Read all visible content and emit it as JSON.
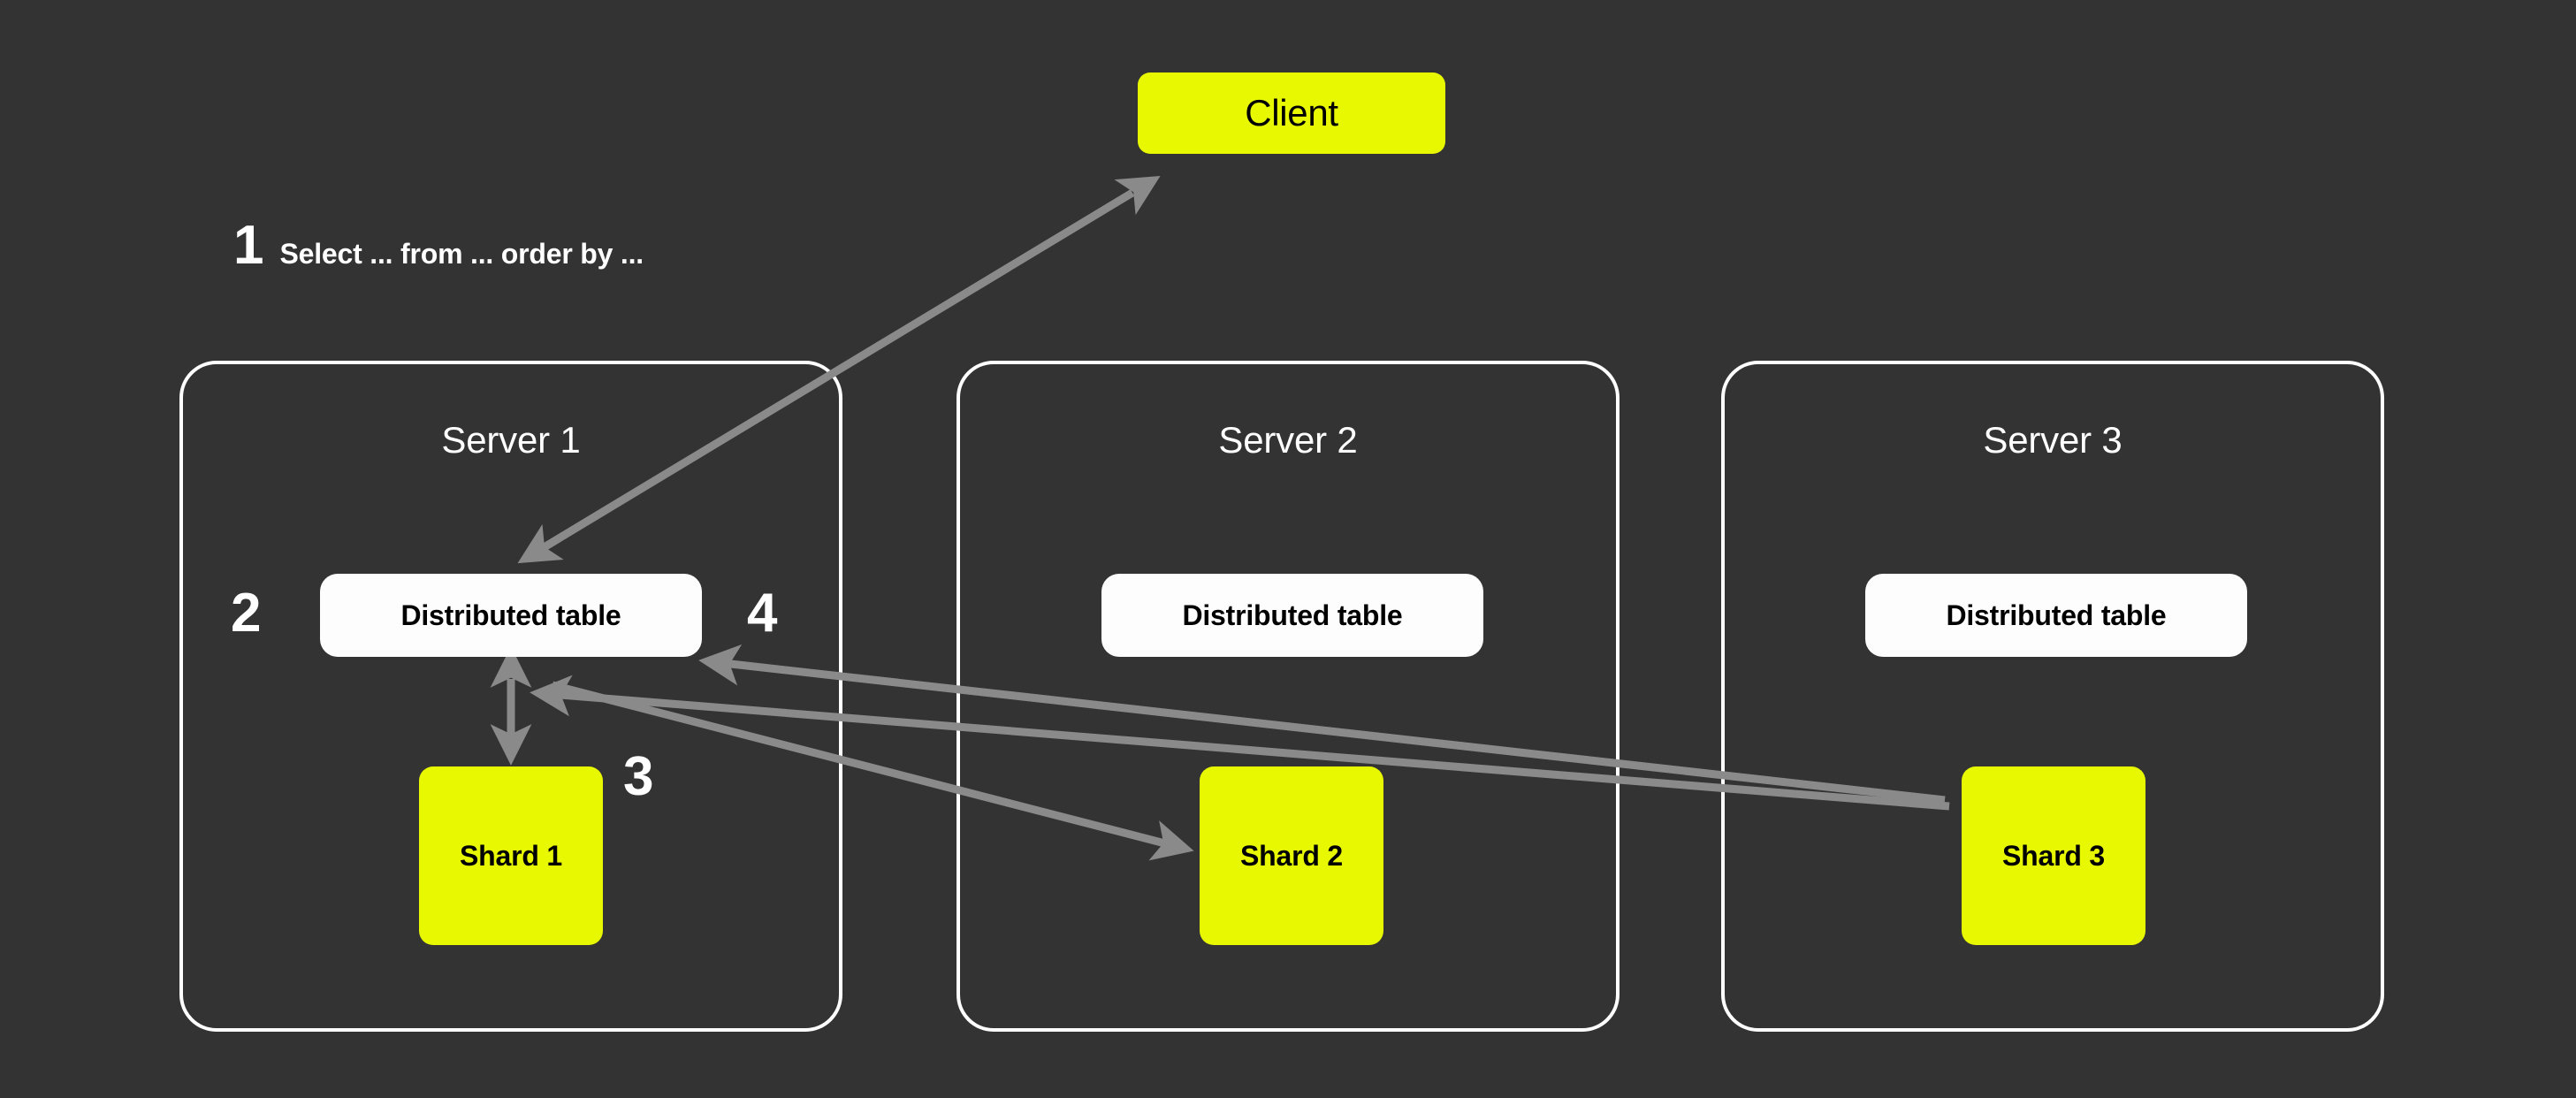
{
  "diagram": {
    "title": "Distributed table query flow across sharded servers",
    "background_color": "#333333",
    "accent_color": "#e8f800",
    "arrow_color": "#8a8a8a",
    "panel_border_color": "#ffffff"
  },
  "client": {
    "label": "Client"
  },
  "step1": {
    "number": "1",
    "text": "Select ... from ... order by ..."
  },
  "steps": {
    "two": "2",
    "three": "3",
    "four": "4"
  },
  "servers": [
    {
      "title": "Server 1",
      "distributed_table": "Distributed table",
      "shard": "Shard 1"
    },
    {
      "title": "Server 2",
      "distributed_table": "Distributed table",
      "shard": "Shard 2"
    },
    {
      "title": "Server 3",
      "distributed_table": "Distributed table",
      "shard": "Shard 3"
    }
  ],
  "arrows": [
    {
      "name": "client-to-distributed-table-1",
      "kind": "double-headed"
    },
    {
      "name": "distributed-table-1-to-shard-1",
      "kind": "double-headed"
    },
    {
      "name": "shard-2-to-distributed-table-1",
      "kind": "single-headed"
    },
    {
      "name": "distributed-table-1-to-shard-3",
      "kind": "single-headed"
    }
  ]
}
